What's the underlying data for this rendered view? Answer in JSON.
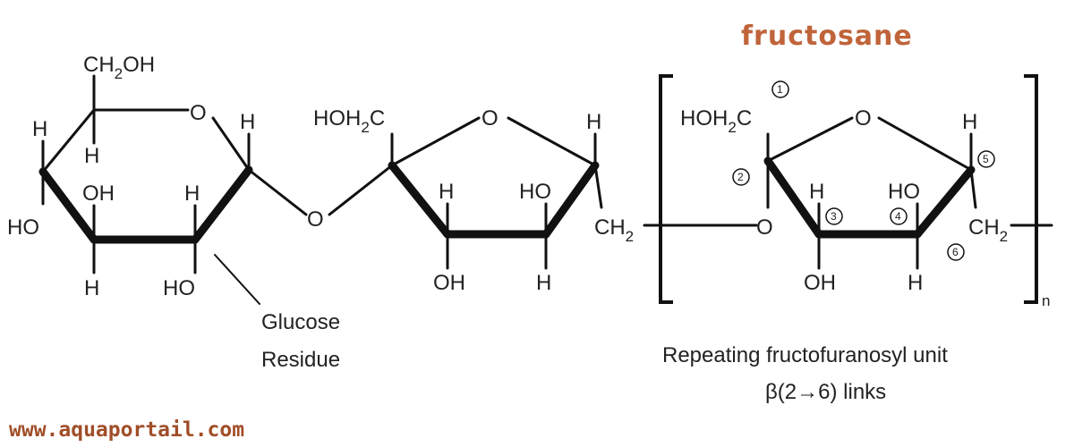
{
  "title": "fructosane",
  "watermark": "www.aquaportail.com",
  "colors": {
    "title": "#c0643a",
    "watermark": "#a04e28",
    "ink": "#111111"
  },
  "glucose": {
    "ch2oh_c": "CH",
    "ch2oh_2": "2",
    "ch2oh_oh": "OH",
    "ring_o": "O",
    "h_left_top": "H",
    "h_inner_top": "H",
    "h_right_top": "H",
    "oh_inner": "OH",
    "h_inner_right": "H",
    "ho_left": "HO",
    "h_bottom_left": "H",
    "ho_bottom_right": "HO",
    "caption_line1": "Glucose",
    "caption_line2": "Residue"
  },
  "linkage_o": "O",
  "fructose1": {
    "hoh_left": "HOH",
    "hoh_2": "2",
    "hoh_c": "C",
    "ring_o": "O",
    "h_right": "H",
    "h_inner_left": "H",
    "ho_inner_right": "HO",
    "oh_bottom": "OH",
    "h_bottom": "H",
    "ch2_c": "CH",
    "ch2_2": "2"
  },
  "fructose2": {
    "hoh_left": "HOH",
    "hoh_2": "2",
    "hoh_c": "C",
    "ring_o": "O",
    "h_right": "H",
    "h_inner_left": "H",
    "ho_inner_right": "HO",
    "oh_bottom": "OH",
    "h_bottom": "H",
    "link_o": "O",
    "ch2_c": "CH",
    "ch2_2": "2",
    "subscript_n": "n",
    "num1": "1",
    "num2": "2",
    "num3": "3",
    "num4": "4",
    "num5": "5",
    "num6": "6"
  },
  "caption": {
    "line1": "Repeating fructofuranosyl unit",
    "line2": "β(2→6) links"
  }
}
